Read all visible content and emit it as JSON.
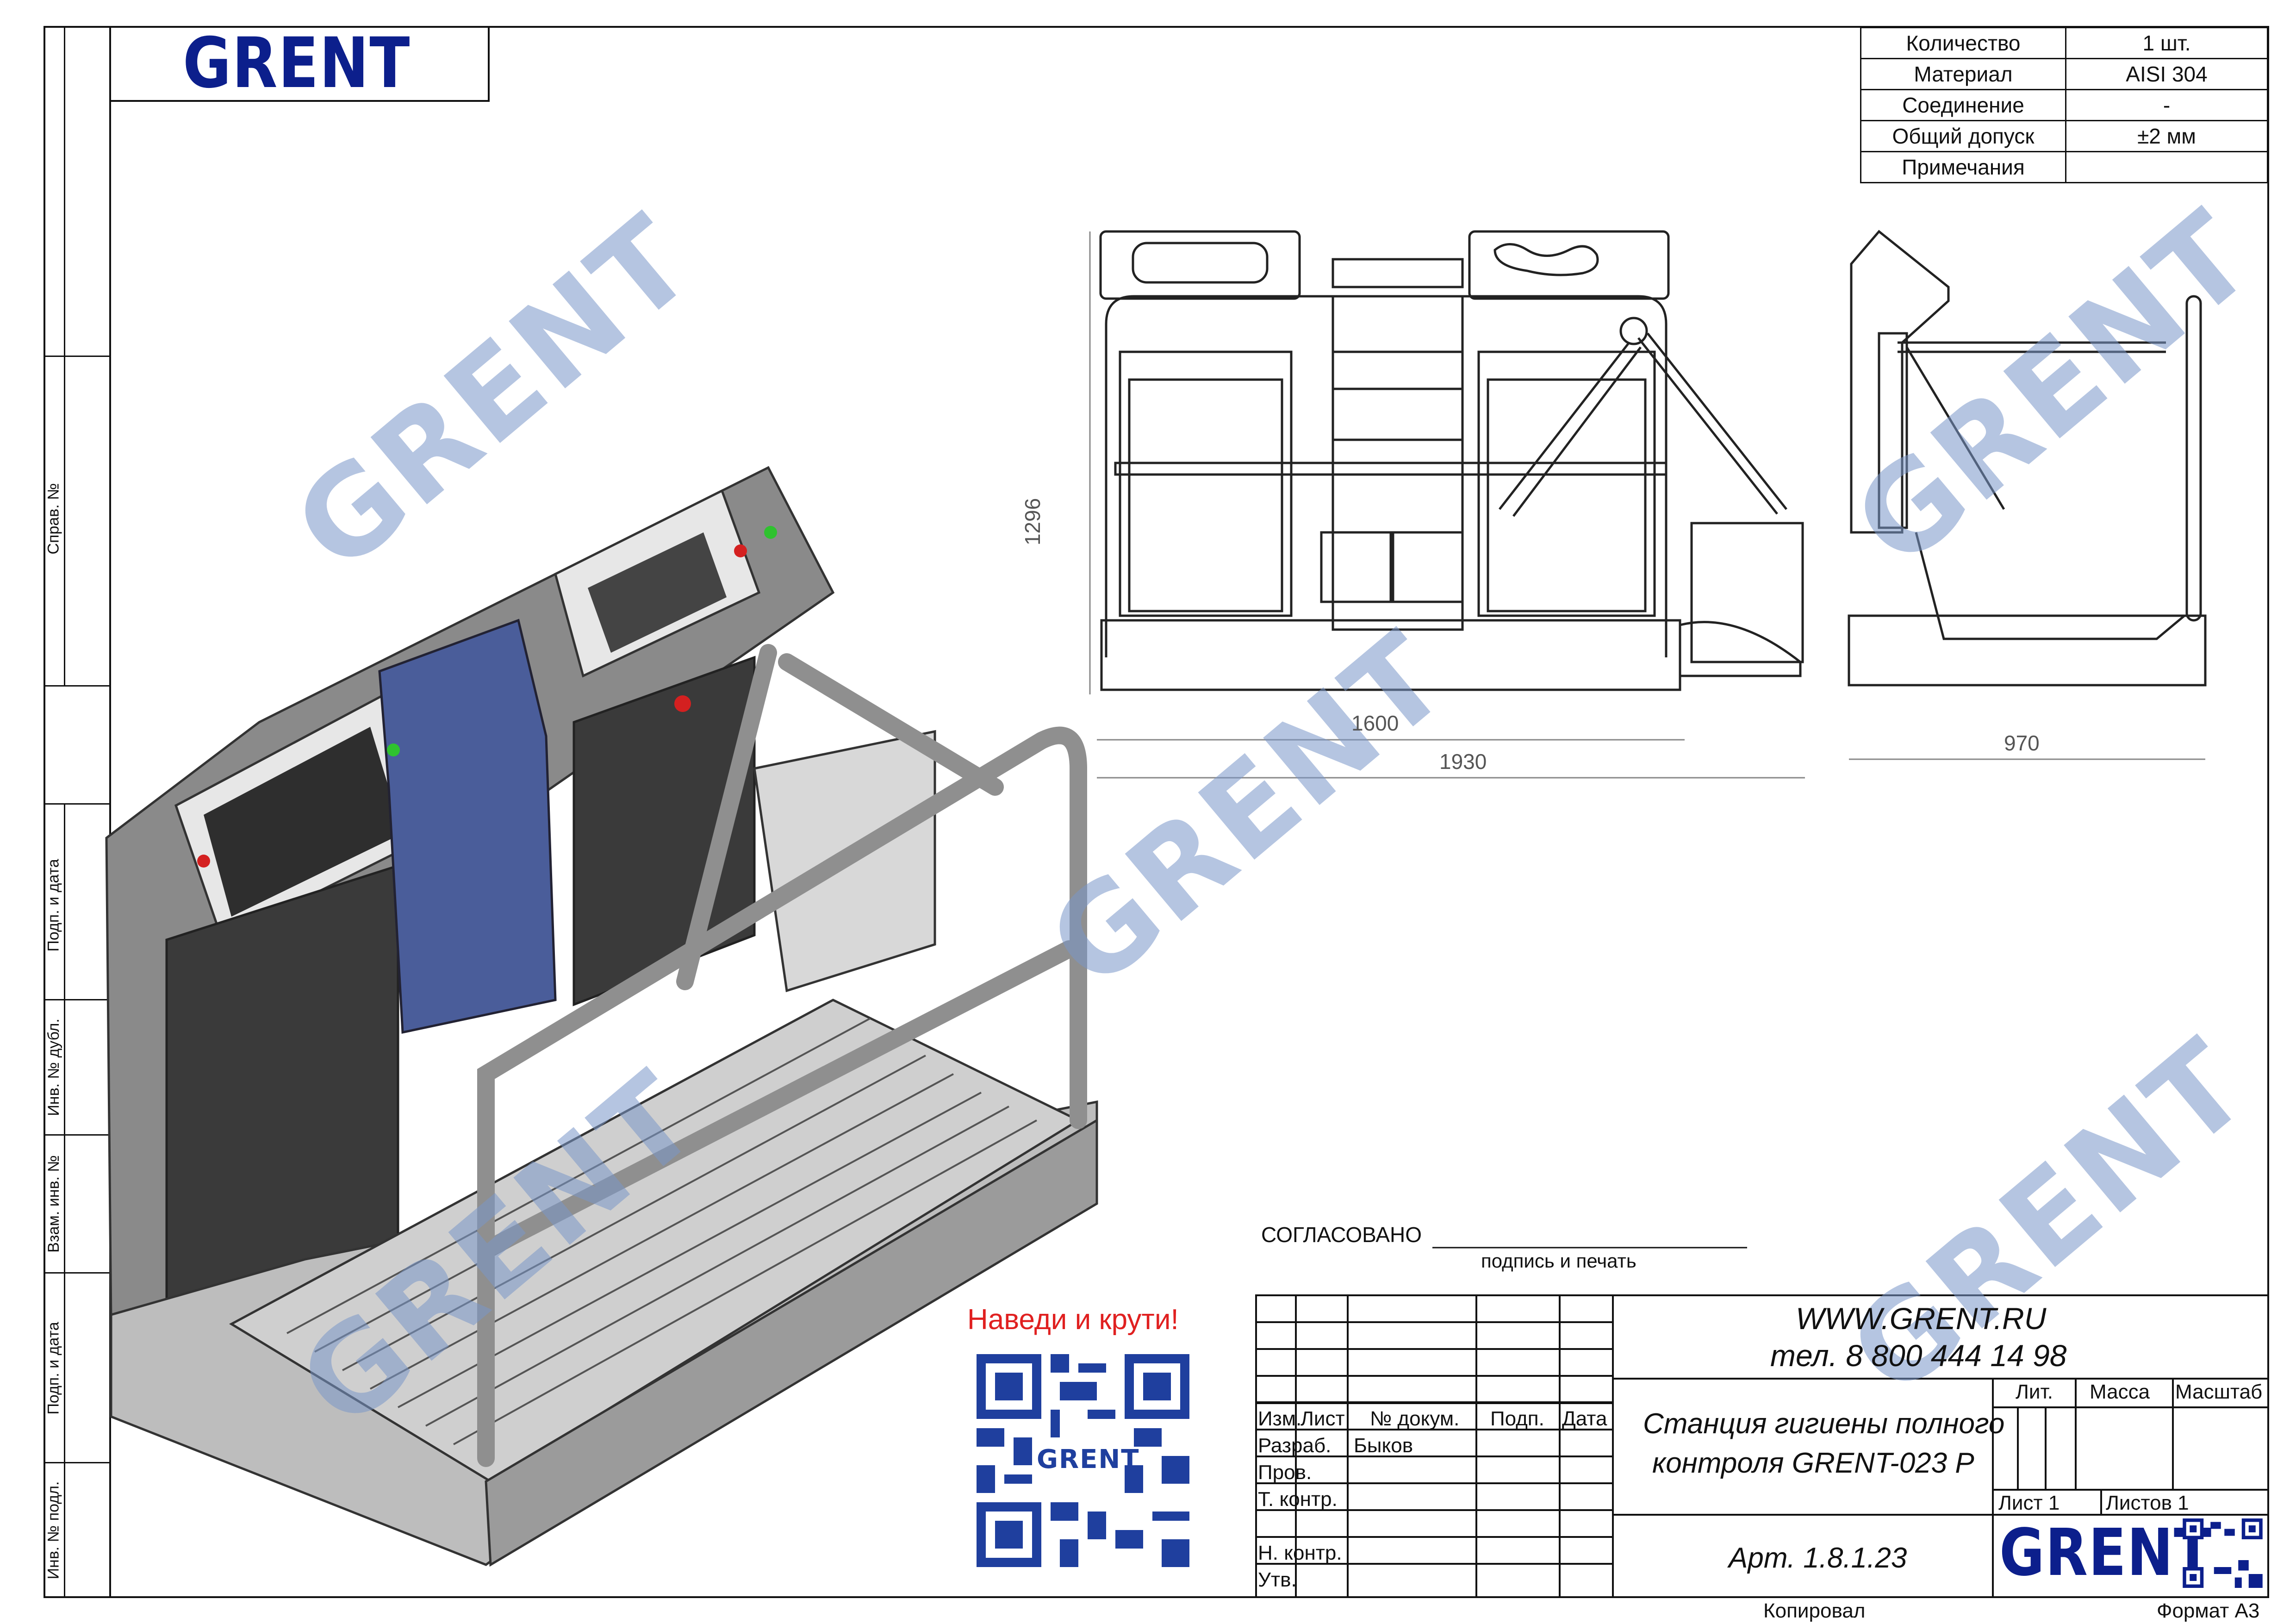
{
  "brand": "GRENT",
  "side_labels": [
    "Справ. №",
    "Подп. и дата",
    "Инв. № дубл.",
    "Взам. инв. №",
    "Подп. и дата",
    "Инв. № подл."
  ],
  "properties": [
    {
      "label": "Количество",
      "value": "1 шт."
    },
    {
      "label": "Материал",
      "value": "AISI 304"
    },
    {
      "label": "Соединение",
      "value": "-"
    },
    {
      "label": "Общий допуск",
      "value": "±2 мм"
    },
    {
      "label": "Примечания",
      "value": ""
    }
  ],
  "dimensions": {
    "height": "1296",
    "width_inner": "1600",
    "width_total": "1930",
    "depth": "970"
  },
  "approval": {
    "label": "СОГЛАСОВАНО",
    "sub": "подпись и печать"
  },
  "qr": {
    "caption": "Наведи и крути!",
    "center_text": "GRENT"
  },
  "title_block": {
    "website": "WWW.GRENT.RU",
    "phone": "тел. 8 800 444 14 98",
    "headers": [
      "Изм.",
      "Лист",
      "№ докум.",
      "Подп.",
      "Дата"
    ],
    "rows": [
      "Разраб.",
      "Пров.",
      "Т. контр.",
      "",
      "Н. контр.",
      "Утв."
    ],
    "developer": "Быков",
    "title_line1": "Станция гигиены полного",
    "title_line2": "контроля GRENT-023 Р",
    "article": "Арт. 1.8.1.23",
    "lit": "Лит.",
    "mass": "Масса",
    "scale": "Масштаб",
    "sheet": "Лист 1",
    "sheets": "Листов 1",
    "copied": "Копировал",
    "format": "Формат А3"
  },
  "colors": {
    "brand_blue": "#0c1f8c",
    "watermark": "#7a97c9",
    "qr_blue": "#1f3f9e",
    "caption_red": "#e02020"
  }
}
